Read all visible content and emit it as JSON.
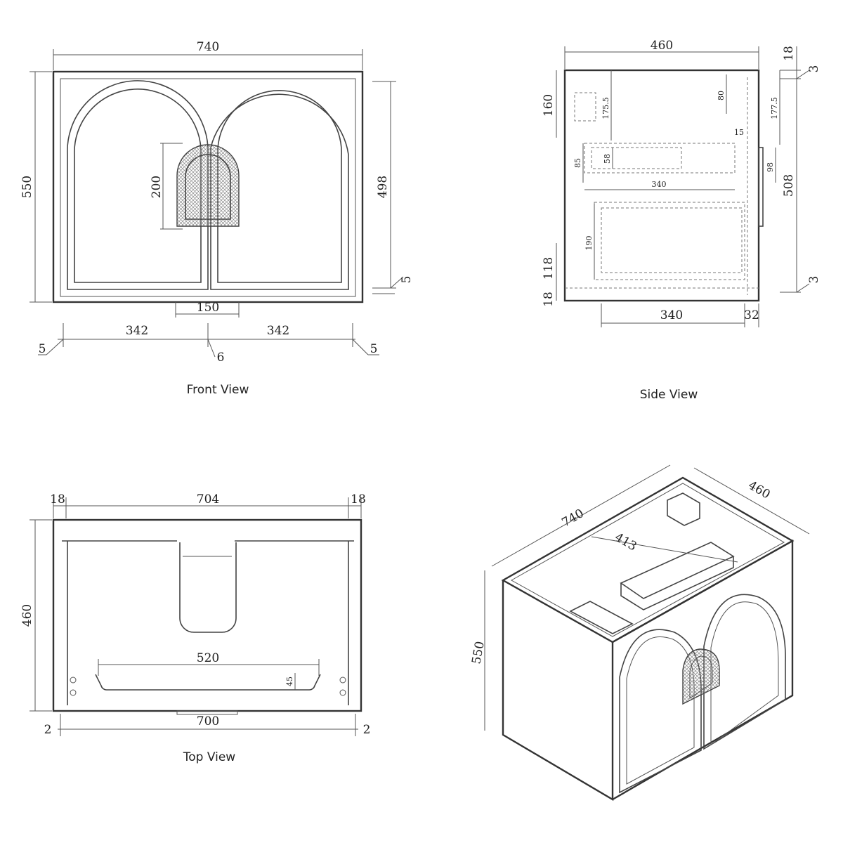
{
  "views": {
    "front": {
      "caption": "Front View",
      "dims": {
        "width": "740",
        "height": "550",
        "door_height": "498",
        "handle_height": "200",
        "handle_width": "150",
        "door_left": "342",
        "door_right": "342",
        "gap_left": "5",
        "gap_mid": "6",
        "gap_right": "5",
        "bottom_gap": "5"
      }
    },
    "side": {
      "caption": "Side View",
      "dims": {
        "depth": "460",
        "top": "18",
        "top_gap": "3",
        "bracket": "160",
        "bracket_pos": "175.5",
        "bracket_h": "80",
        "right_pos": "177.5",
        "shelf_gap": "15",
        "shelf_h": "85",
        "shelf_inner": "58",
        "shelf_w": "340",
        "handle_h": "98",
        "door": "508",
        "lower_h": "190",
        "foot": "118",
        "base": "18",
        "bottom_gap": "3",
        "base_w": "340",
        "door_thk": "32"
      }
    },
    "top": {
      "caption": "Top View",
      "dims": {
        "side_left": "18",
        "inner": "704",
        "side_right": "18",
        "depth": "460",
        "cutout": "520",
        "cutout_depth": "45",
        "bottom": "700",
        "gap_left": "2",
        "gap_right": "2"
      }
    },
    "iso": {
      "dims": {
        "width": "740",
        "depth": "460",
        "height": "550",
        "inner": "413"
      }
    }
  }
}
